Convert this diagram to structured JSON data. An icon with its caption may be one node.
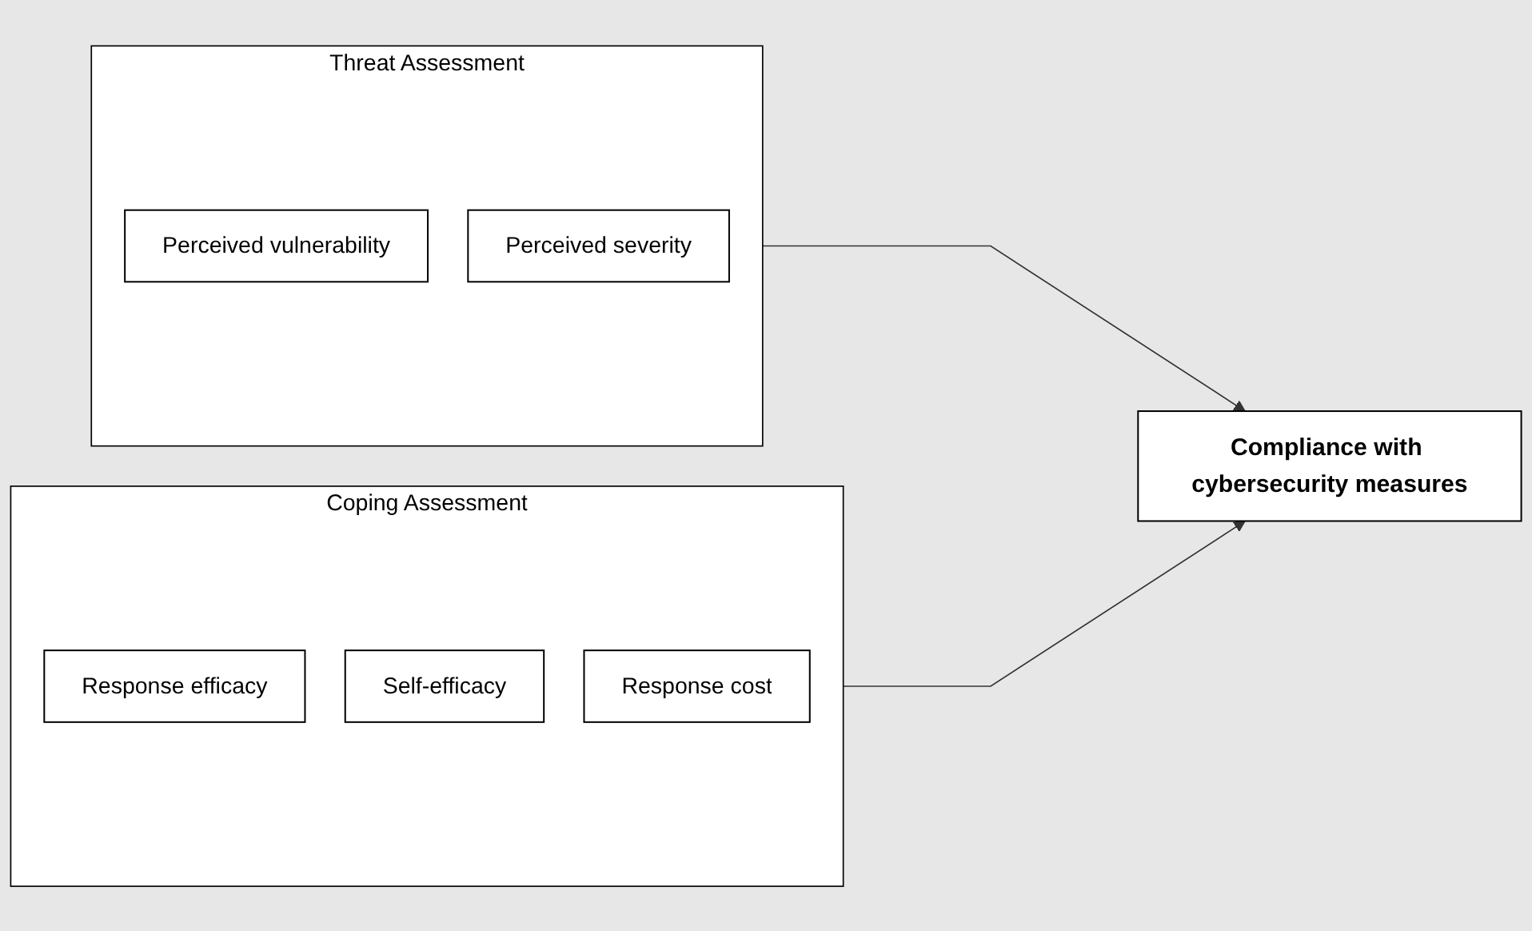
{
  "diagram": {
    "nodes": [
      {
        "text": [
          "Threat Assessment"
        ]
      },
      {
        "text": [
          "Perceived vulnerability"
        ],
        "in": 0
      },
      {
        "text": [
          "Perceived severity"
        ],
        "in": 0
      },
      {
        "text": [
          "Coping Assessment"
        ]
      },
      {
        "text": [
          "Response efficacy"
        ],
        "in": 3
      },
      {
        "text": [
          "Self-efficacy"
        ],
        "in": 3
      },
      {
        "text": [
          "Response cost"
        ],
        "in": 3
      },
      {
        "text": [
          "Compliance with cybersecurity measures"
        ]
      }
    ],
    "edges": [
      {
        "from": 0,
        "to": 7,
        "arrow": "to"
      },
      {
        "from": 3,
        "to": 7,
        "arrow": "to"
      }
    ]
  }
}
